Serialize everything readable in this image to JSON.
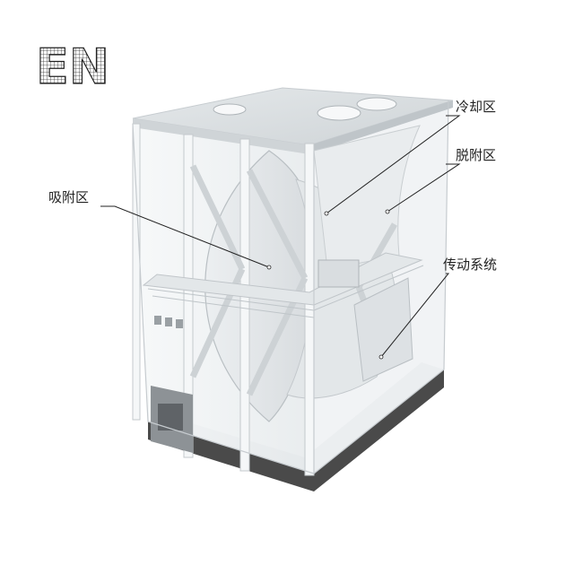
{
  "logo": {
    "text": "EN"
  },
  "labels": {
    "cooling_zone": "冷却区",
    "desorption_zone": "脱附区",
    "adsorption_zone": "吸附区",
    "drive_system": "传动系统"
  },
  "colors": {
    "frame": "#e9ecee",
    "glass": "#f2f5f6",
    "structure": "#d8dcdf",
    "dark_base": "#3a3a3a",
    "leader": "#222222"
  }
}
